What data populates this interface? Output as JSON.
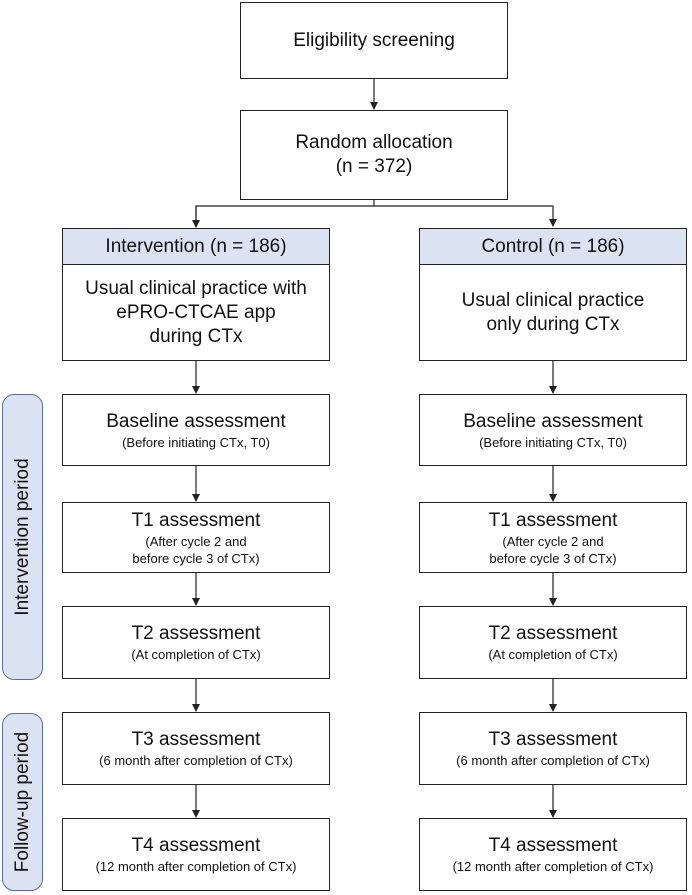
{
  "screening": {
    "label": "Eligibility screening"
  },
  "allocation": {
    "title": "Random allocation",
    "n": "(n = 372)"
  },
  "arms": {
    "intervention": {
      "header": "Intervention (n = 186)",
      "practice": [
        "Usual clinical practice with",
        "ePRO-CTCAE app",
        "during CTx"
      ],
      "assessments": [
        {
          "title": "Baseline assessment",
          "sub": [
            "(Before initiating CTx, T0)"
          ]
        },
        {
          "title": "T1 assessment",
          "sub": [
            "(After cycle 2 and",
            "before cycle 3 of CTx)"
          ]
        },
        {
          "title": "T2 assessment",
          "sub": [
            "(At completion of CTx)"
          ]
        },
        {
          "title": "T3 assessment",
          "sub": [
            "(6 month after completion of CTx)"
          ]
        },
        {
          "title": "T4 assessment",
          "sub": [
            "(12 month after completion of CTx)"
          ]
        }
      ]
    },
    "control": {
      "header": "Control (n = 186)",
      "practice": [
        "Usual clinical practice",
        "only during CTx"
      ],
      "assessments": [
        {
          "title": "Baseline assessment",
          "sub": [
            "(Before initiating CTx, T0)"
          ]
        },
        {
          "title": "T1 assessment",
          "sub": [
            "(After cycle 2 and",
            "before cycle 3 of CTx)"
          ]
        },
        {
          "title": "T2 assessment",
          "sub": [
            "(At completion of CTx)"
          ]
        },
        {
          "title": "T3 assessment",
          "sub": [
            "(6 month after completion of CTx)"
          ]
        },
        {
          "title": "T4 assessment",
          "sub": [
            "(12 month after completion of CTx)"
          ]
        }
      ]
    }
  },
  "periods": {
    "intervention": "Intervention period",
    "followup": "Follow-up period"
  }
}
